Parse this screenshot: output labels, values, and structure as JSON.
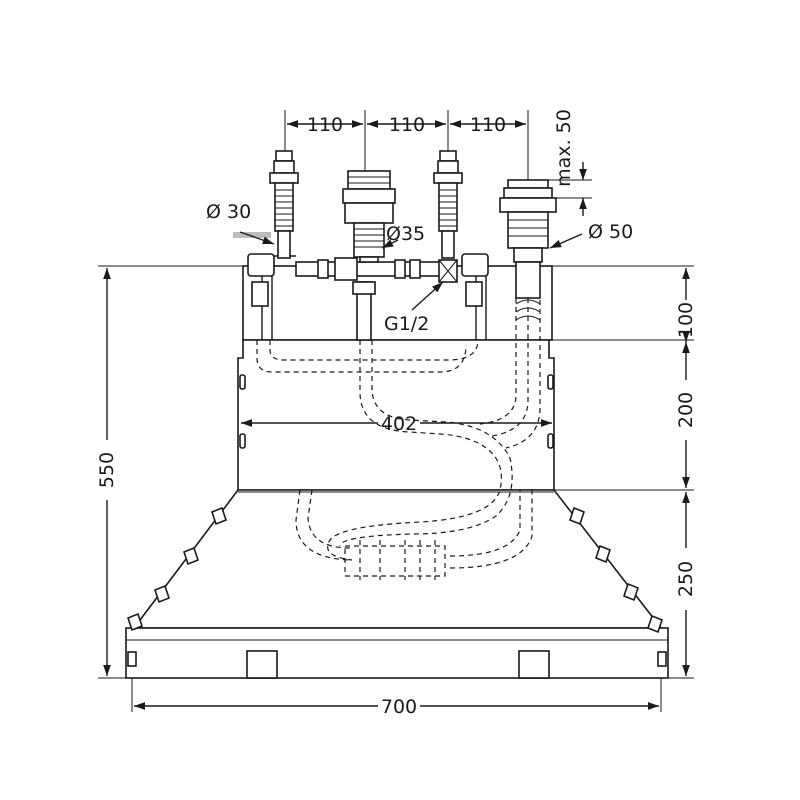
{
  "dimensions": {
    "spacing_1": "110",
    "spacing_2": "110",
    "spacing_3": "110",
    "max_height": "max. 50",
    "dia_left": "Ø 30",
    "dia_center": "Ø35",
    "dia_right": "Ø 50",
    "thread": "G1/2",
    "inner_width": "402",
    "total_width": "700",
    "total_height": "550",
    "height_top": "100",
    "height_mid": "200",
    "height_bottom": "250"
  }
}
